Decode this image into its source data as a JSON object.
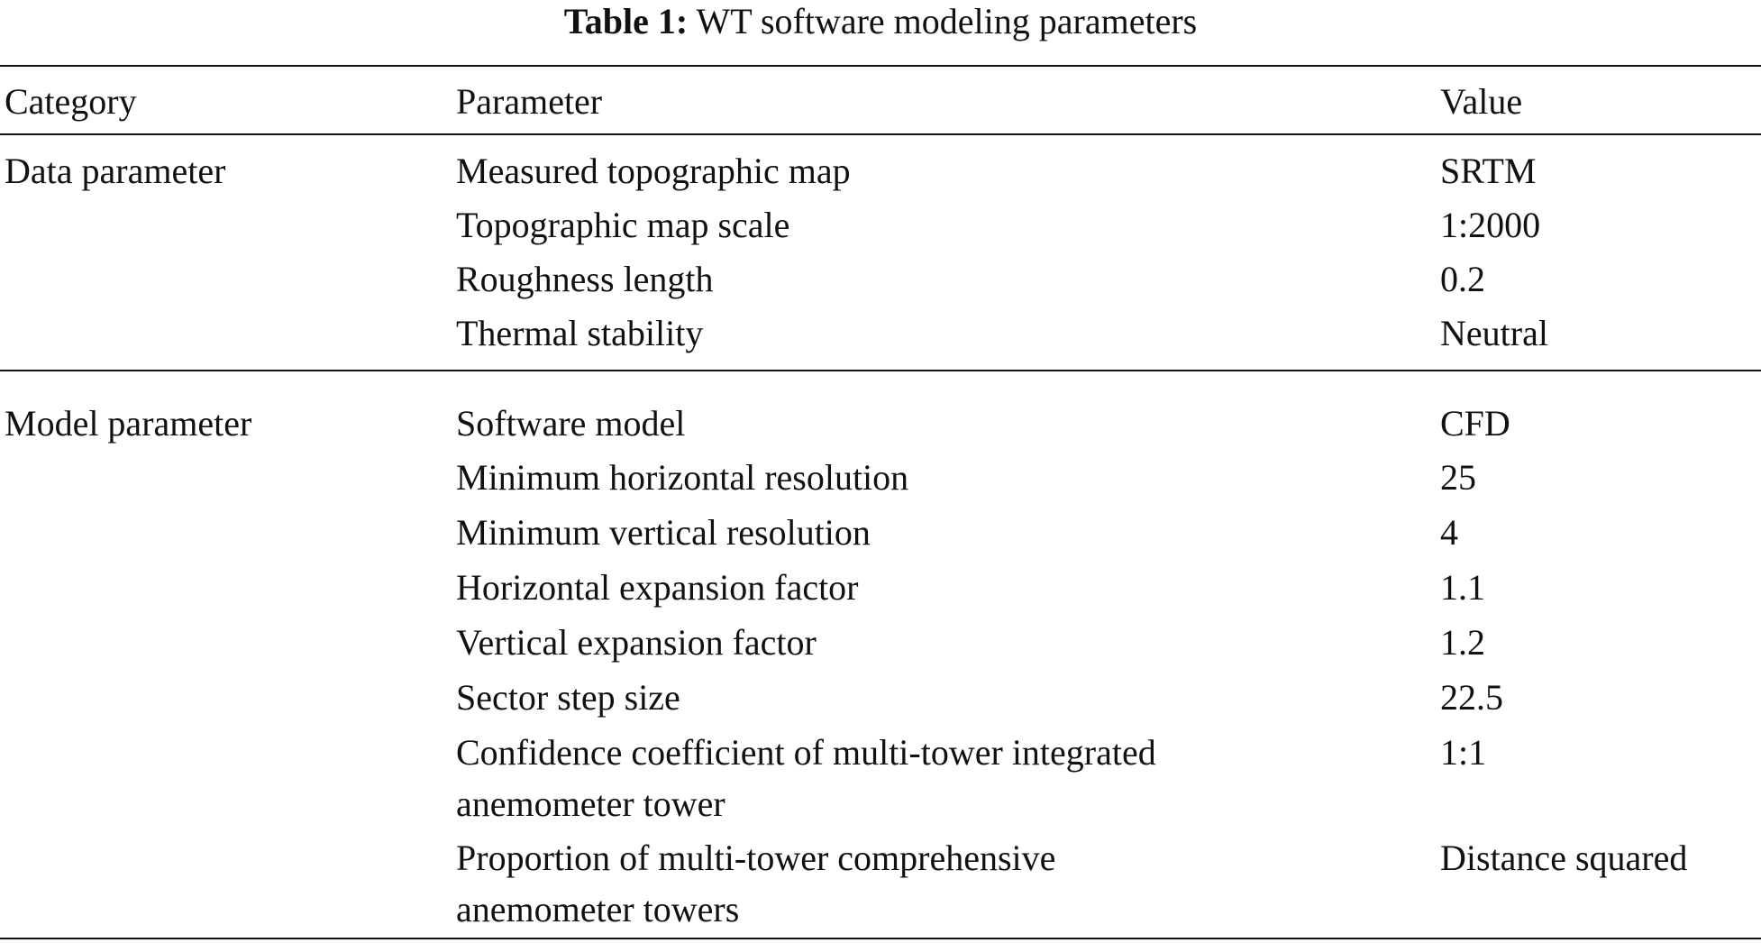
{
  "caption": {
    "label": "Table 1:",
    "title": "WT software modeling parameters"
  },
  "headers": {
    "category": "Category",
    "parameter": "Parameter",
    "value": "Value"
  },
  "groups": [
    {
      "category": "Data parameter",
      "rows": [
        {
          "parameter": "Measured topographic map",
          "value": "SRTM"
        },
        {
          "parameter": "Topographic map scale",
          "value": "1:2000"
        },
        {
          "parameter": "Roughness length",
          "value": "0.2"
        },
        {
          "parameter": "Thermal stability",
          "value": "Neutral"
        }
      ]
    },
    {
      "category": "Model parameter",
      "rows": [
        {
          "parameter": "Software model",
          "value": "CFD"
        },
        {
          "parameter": "Minimum horizontal resolution",
          "value": "25"
        },
        {
          "parameter": "Minimum vertical resolution",
          "value": "4"
        },
        {
          "parameter": "Horizontal expansion factor",
          "value": "1.1"
        },
        {
          "parameter": "Vertical expansion factor",
          "value": "1.2"
        },
        {
          "parameter": "Sector step size",
          "value": "22.5"
        },
        {
          "parameter": "Confidence coefficient of multi-tower integrated",
          "parameter_line2": "anemometer tower",
          "value": "1:1"
        },
        {
          "parameter": "Proportion of multi-tower comprehensive",
          "parameter_line2": "anemometer towers",
          "value": "Distance squared"
        }
      ]
    }
  ]
}
